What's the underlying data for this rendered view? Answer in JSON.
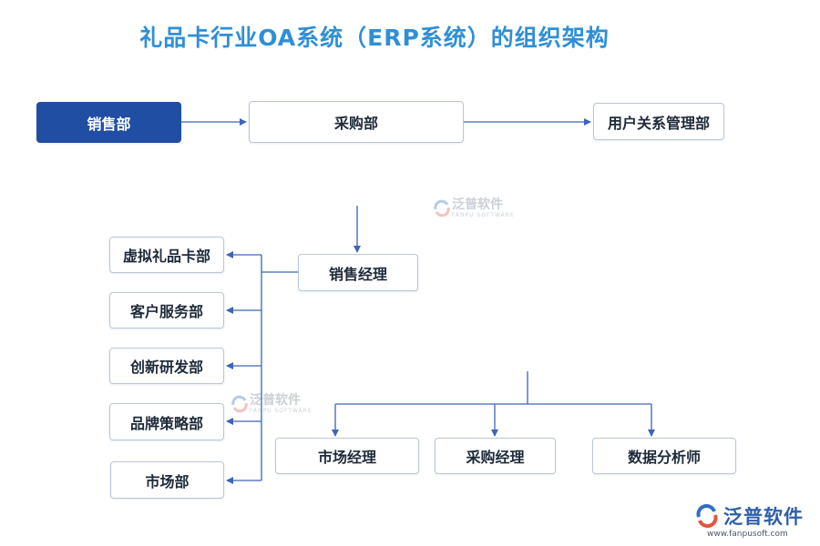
{
  "title": "礼品卡行业OA系统（ERP系统）的组织架构",
  "nodes": {
    "sales_dept": "销售部",
    "purchasing_dept": "采购部",
    "crm_dept": "用户关系管理部",
    "sales_manager": "销售经理",
    "virtual_card_dept": "虚拟礼品卡部",
    "customer_service_dept": "客户服务部",
    "innovation_dept": "创新研发部",
    "brand_strategy_dept": "品牌策略部",
    "market_dept": "市场部",
    "market_manager": "市场经理",
    "purchasing_manager": "采购经理",
    "data_analyst": "数据分析师"
  },
  "watermark": {
    "cn": "泛普软件",
    "en": "FANPU SOFTWARE"
  },
  "logo": {
    "cn": "泛普软件",
    "url": "www.fanpusoft.com"
  },
  "colors": {
    "title": "#2f8fd6",
    "accent": "#1f4ea3",
    "line": "#3d64b8",
    "border": "#b9c6d8"
  }
}
